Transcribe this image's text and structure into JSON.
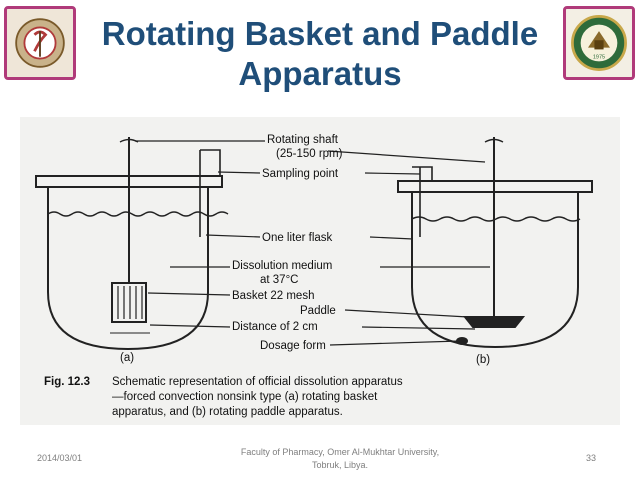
{
  "title": {
    "line1": "Rotating Basket and  Paddle",
    "line2": "Apparatus"
  },
  "logos": {
    "left": "faculty-emblem",
    "right": "university-emblem",
    "right_year": "1975"
  },
  "diagram": {
    "labels": {
      "shaft_line1": "Rotating shaft",
      "shaft_line2": "(25-150 rpm)",
      "sampling": "Sampling point",
      "flask": "One liter flask",
      "medium_line1": "Dissolution medium",
      "medium_line2": "at 37°C",
      "basket": "Basket 22 mesh",
      "paddle": "Paddle",
      "distance": "Distance of 2 cm",
      "dosage": "Dosage form",
      "a": "(a)",
      "b": "(b)"
    },
    "caption": {
      "fig": "Fig. 12.3",
      "line1": "Schematic representation of official dissolution apparatus",
      "line2": "—forced convection nonsink type (a) rotating basket",
      "line3": "apparatus, and (b) rotating paddle apparatus."
    }
  },
  "footer": {
    "date": "2014/03/01",
    "center_line1": "Faculty of Pharmacy, Omer Al-Mukhtar University,",
    "center_line2": "Tobruk, Libya.",
    "page": "33"
  }
}
